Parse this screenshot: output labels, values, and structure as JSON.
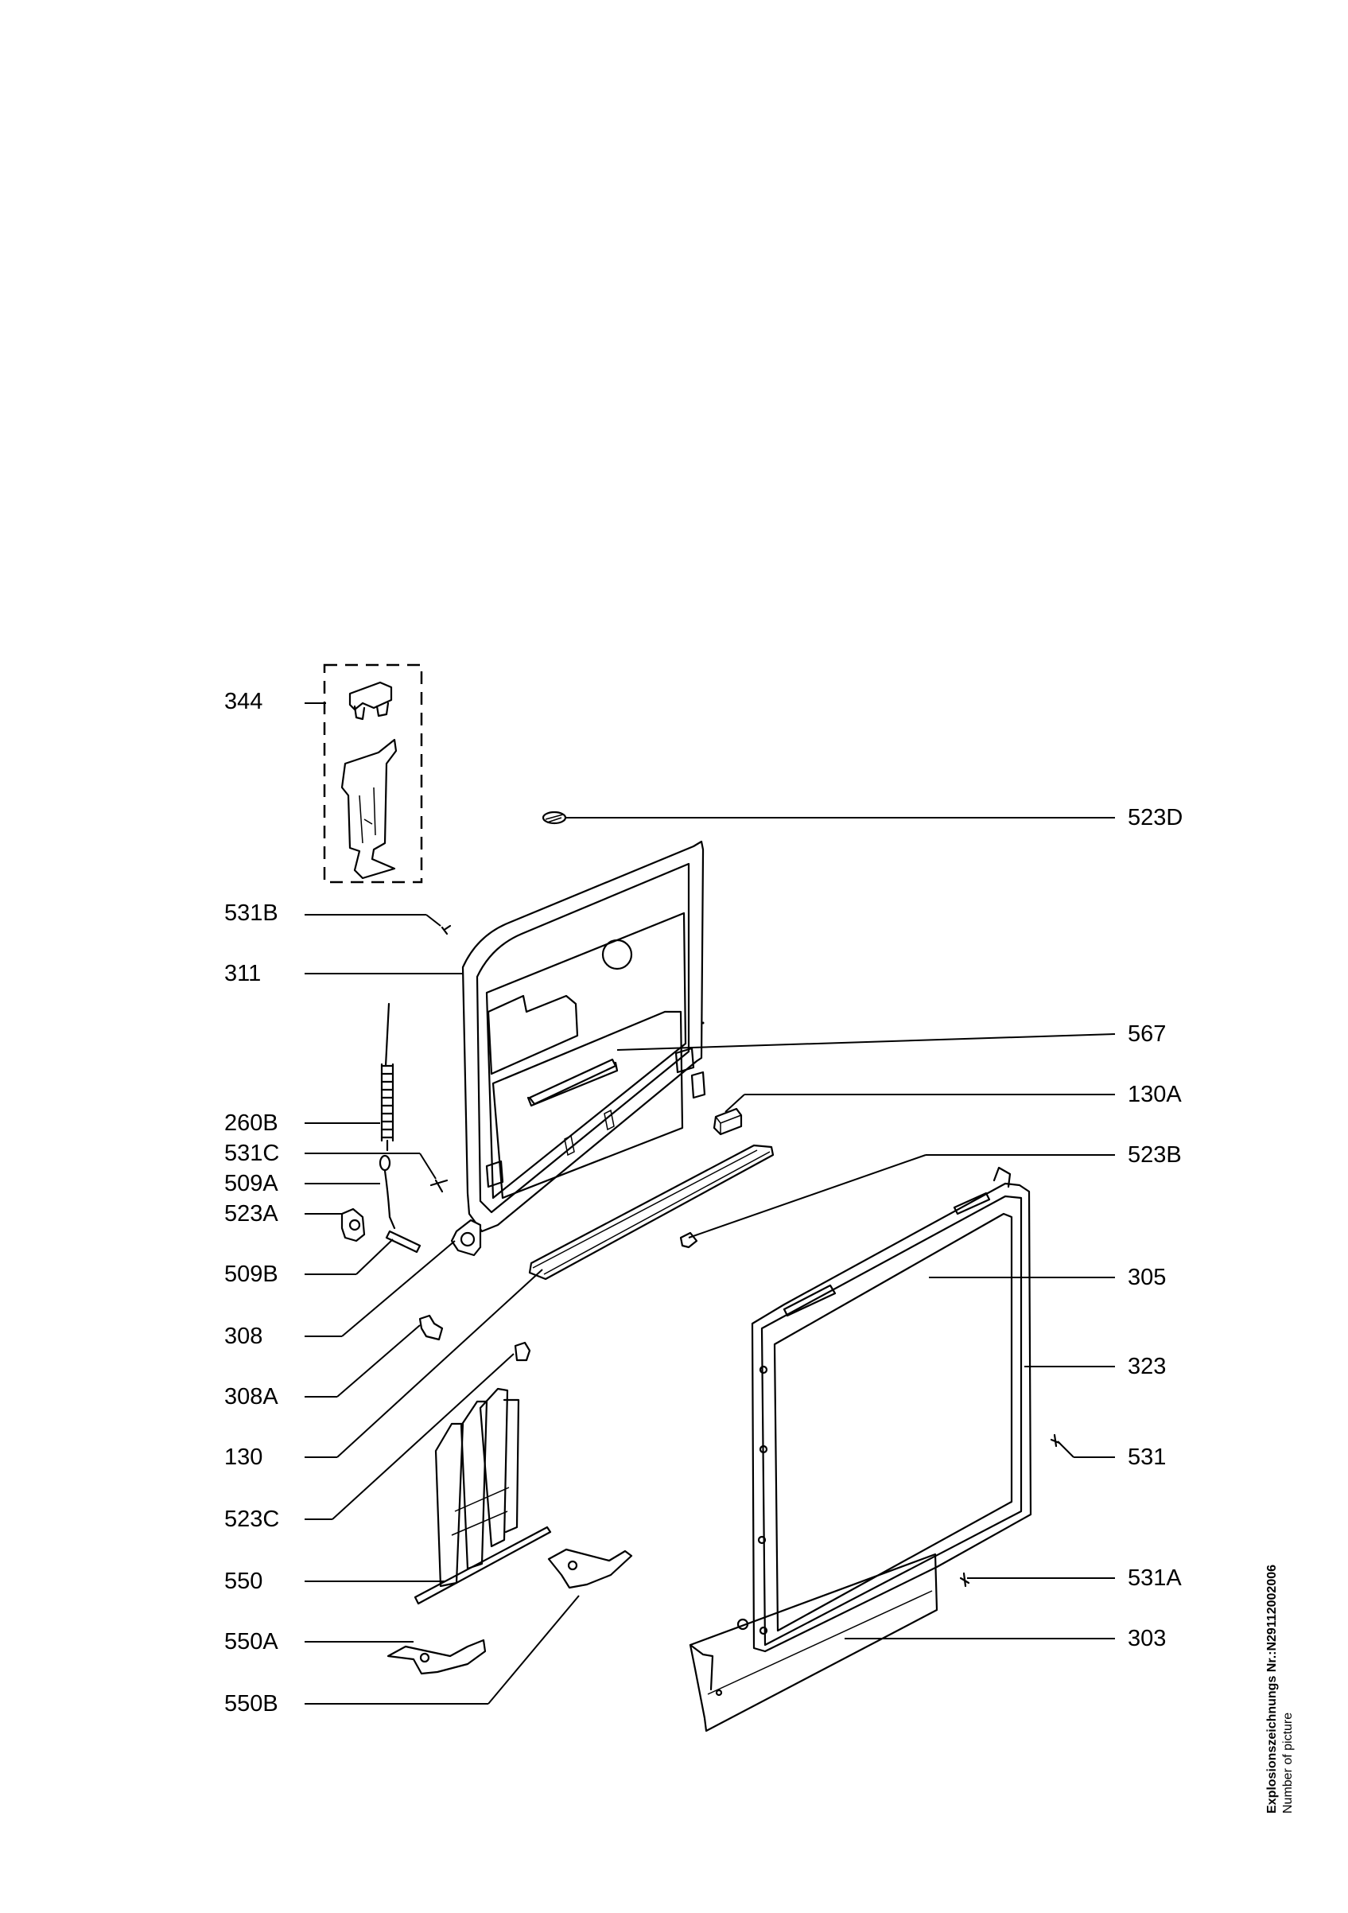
{
  "labels_left": [
    "344",
    "531B",
    "311",
    "260B",
    "531C",
    "509A",
    "523A",
    "509B",
    "308",
    "308A",
    "130",
    "523C",
    "550",
    "550A",
    "550B"
  ],
  "labels_right": [
    "523D",
    "567",
    "130A",
    "523B",
    "305",
    "323",
    "531",
    "531A",
    "303"
  ],
  "footer": {
    "drawing_number": "Explosionszeichnungs Nr.:N29112002006",
    "caption": "Number of picture"
  }
}
